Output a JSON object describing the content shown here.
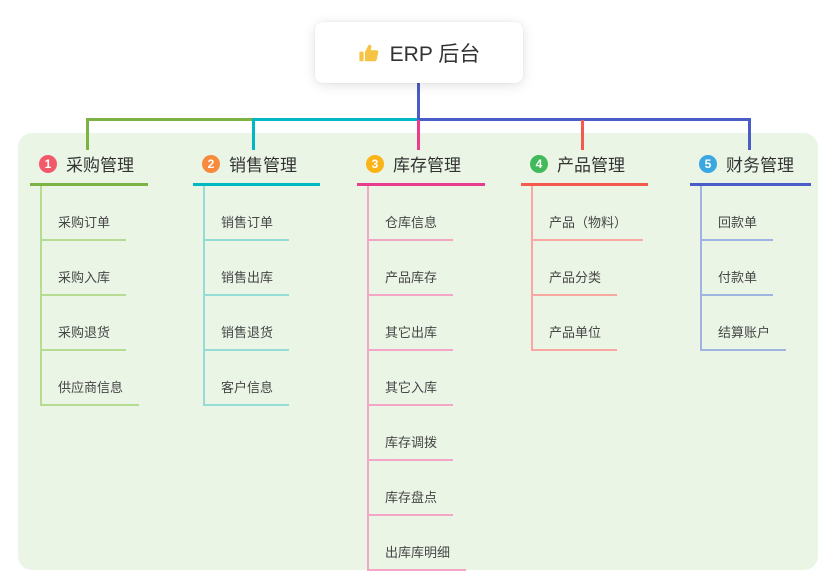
{
  "app": {
    "type": "mindmap-erp-overview"
  },
  "root": {
    "label": "ERP 后台",
    "icon": "thumbs-up",
    "icon_color": "#f6c445"
  },
  "colors": {
    "canvas_bg": "#ffffff",
    "panel_bg": "#eaf5e6",
    "root_connector": "#4a5cc5",
    "header_text": "#333333",
    "child_text": "#464646"
  },
  "branches": [
    {
      "number": "1",
      "label": "采购管理",
      "badge_color": "#f2596b",
      "line_color": "#7cb342",
      "child_line_color": "#b6dc92",
      "children": [
        "采购订单",
        "采购入库",
        "采购退货",
        "供应商信息"
      ]
    },
    {
      "number": "2",
      "label": "销售管理",
      "badge_color": "#f78a3c",
      "line_color": "#00b8c2",
      "child_line_color": "#96dcd6",
      "children": [
        "销售订单",
        "销售出库",
        "销售退货",
        "客户信息"
      ]
    },
    {
      "number": "3",
      "label": "库存管理",
      "badge_color": "#fbb418",
      "line_color": "#ea3c8c",
      "child_line_color": "#f5a6c6",
      "children": [
        "仓库信息",
        "产品库存",
        "其它出库",
        "其它入库",
        "库存调拨",
        "库存盘点",
        "出库库明细"
      ]
    },
    {
      "number": "4",
      "label": "产品管理",
      "badge_color": "#42b95a",
      "line_color": "#f55a4e",
      "child_line_color": "#f8a8a0",
      "children": [
        "产品（物料）",
        "产品分类",
        "产品单位"
      ]
    },
    {
      "number": "5",
      "label": "财务管理",
      "badge_color": "#3aa7e0",
      "line_color": "#4a5cc5",
      "child_line_color": "#a0b4e4",
      "children": [
        "回款单",
        "付款单",
        "结算账户"
      ]
    }
  ]
}
